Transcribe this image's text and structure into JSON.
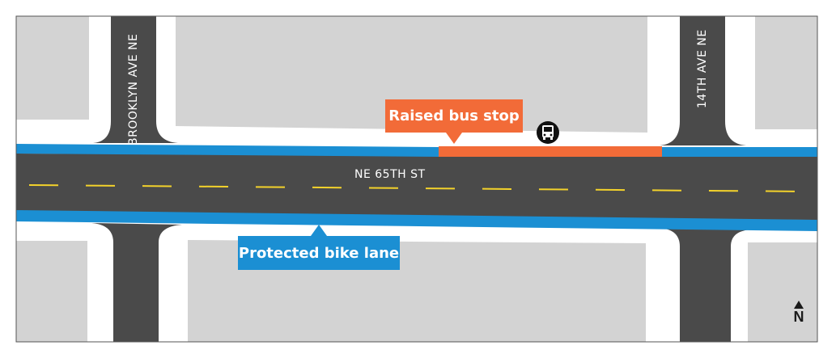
{
  "labels": {
    "main_street": "NE 65TH ST",
    "cross_street_west": "BROOKLYN AVE NE",
    "cross_street_east": "14TH AVE NE",
    "bus_stop_callout": "Raised bus stop",
    "bike_lane_callout": "Protected bike lane",
    "north": "N"
  },
  "icons": {
    "bus_stop": "bus-icon",
    "north_arrow": "north-arrow-icon"
  },
  "colors": {
    "road": "#4a4a4a",
    "block": "#d3d3d3",
    "sidewalk": "#ffffff",
    "bike_lane": "#1b8fd3",
    "bus_stop": "#f26b38",
    "center_line": "#f3d22b",
    "frame": "#555555"
  }
}
